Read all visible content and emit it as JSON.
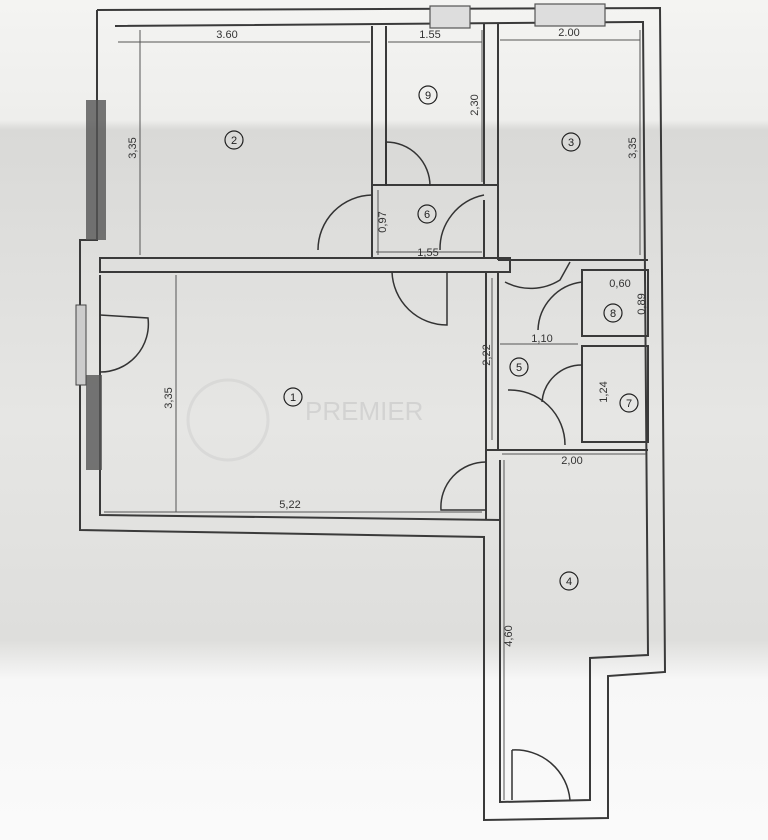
{
  "plan": {
    "rooms": [
      {
        "id": "room-1",
        "number": "1"
      },
      {
        "id": "room-2",
        "number": "2"
      },
      {
        "id": "room-3",
        "number": "3"
      },
      {
        "id": "room-4",
        "number": "4"
      },
      {
        "id": "room-5",
        "number": "5"
      },
      {
        "id": "room-6",
        "number": "6"
      },
      {
        "id": "room-7",
        "number": "7"
      },
      {
        "id": "room-8",
        "number": "8"
      },
      {
        "id": "room-9",
        "number": "9"
      }
    ],
    "dimensions": {
      "room2_width": "3.60",
      "room9_width": "1.55",
      "room3_width": "2.00",
      "room2_height": "3,35",
      "room9_height": "2,30",
      "room3_height": "3,35",
      "room6_height": "0,97",
      "room6_width": "1,55",
      "room8_width": "0,60",
      "room8_height": "0,89",
      "room5_width": "1,10",
      "room5_height": "2,22",
      "room7_height": "1,24",
      "room1_height": "3,35",
      "room1_width": "5,22",
      "room4_width": "2,00",
      "room4_height": "4,60"
    },
    "watermark": "PREMIER"
  },
  "colors": {
    "wall": "#3a3a3a",
    "line": "#555555"
  }
}
